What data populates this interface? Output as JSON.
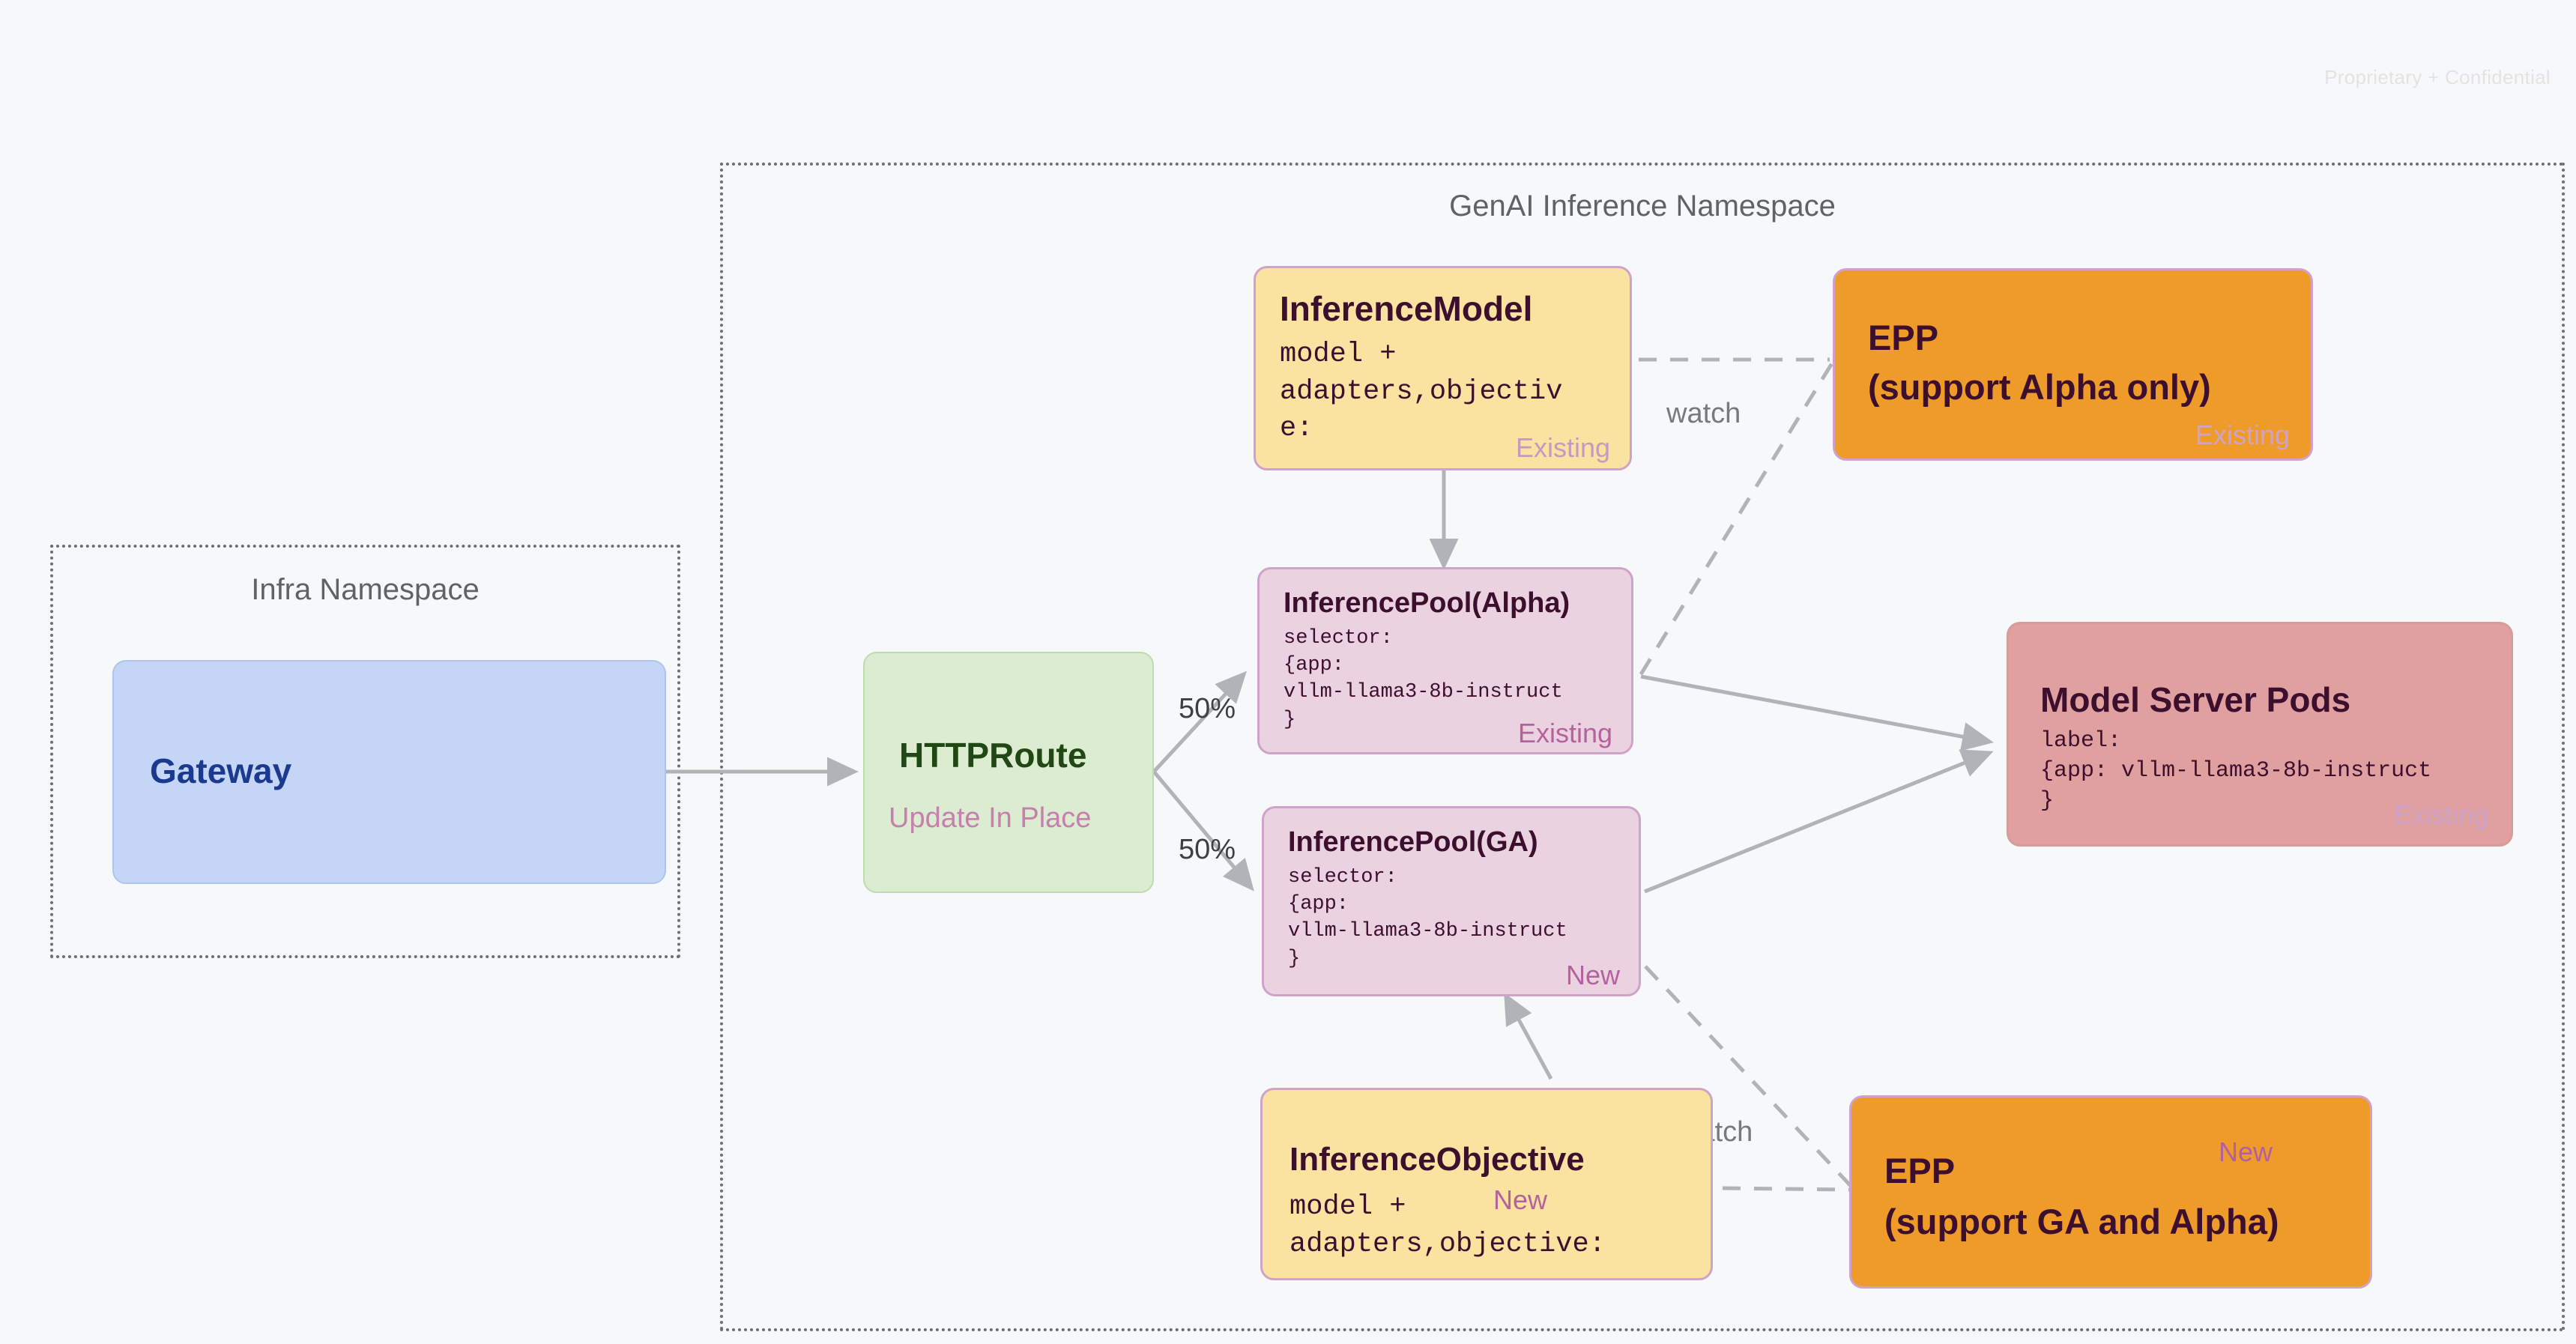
{
  "page": {
    "confidential_notice": "Proprietary + Confidential"
  },
  "namespaces": [
    {
      "id": "infra",
      "title": "Infra Namespace"
    },
    {
      "id": "genai",
      "title": "GenAI Inference Namespace"
    }
  ],
  "nodes": {
    "gateway": {
      "title": "Gateway"
    },
    "httproute": {
      "title": "HTTPRoute",
      "subtitle": "Update In Place"
    },
    "inference_model": {
      "title": "InferenceModel",
      "body": "model +\nadapters,objectiv\ne:",
      "status": "Existing"
    },
    "epp_alpha": {
      "title_line1": "EPP",
      "title_line2": "(support Alpha only)",
      "status": "Existing"
    },
    "inference_pool_alpha": {
      "title": "InferencePool(Alpha)",
      "body": "selector:\n{app:\nvllm-llama3-8b-instruct\n}",
      "status": "Existing"
    },
    "inference_pool_ga": {
      "title": "InferencePool(GA)",
      "body": "selector:\n{app:\nvllm-llama3-8b-instruct\n}",
      "status": "New"
    },
    "model_server_pods": {
      "title": "Model Server Pods",
      "body": "label:\n{app: vllm-llama3-8b-instruct\n}",
      "status": "Existing"
    },
    "inference_objective": {
      "title": "InferenceObjective",
      "body": "model +\nadapters,objective:",
      "status": "New"
    },
    "epp_ga": {
      "title_line1": "EPP",
      "title_line2": "(support GA and Alpha)",
      "status": "New"
    }
  },
  "edge_labels": {
    "split_top": "50%",
    "split_bottom": "50%",
    "watch_top": "watch",
    "watch_bottom": "watch"
  },
  "colors": {
    "background": "#f7f8fa",
    "gateway_fill": "#c5d5f5",
    "gateway_text": "#1b3a8f",
    "httproute_fill": "#dbecd0",
    "httproute_text": "#214814",
    "yellow_fill": "#fae2a0",
    "pink_fill": "#ebd2e1",
    "orange_fill": "#ef9b29",
    "red_fill": "#e0a0a0",
    "node_border": "#cfa3c9",
    "dark_text": "#3d0f2e",
    "tag_existing": "#c49ac0",
    "tag_new": "#b4629d",
    "edge_stroke": "#b0b3b8",
    "namespace_border": "#6b6f76",
    "namespace_title": "#5f6368"
  }
}
